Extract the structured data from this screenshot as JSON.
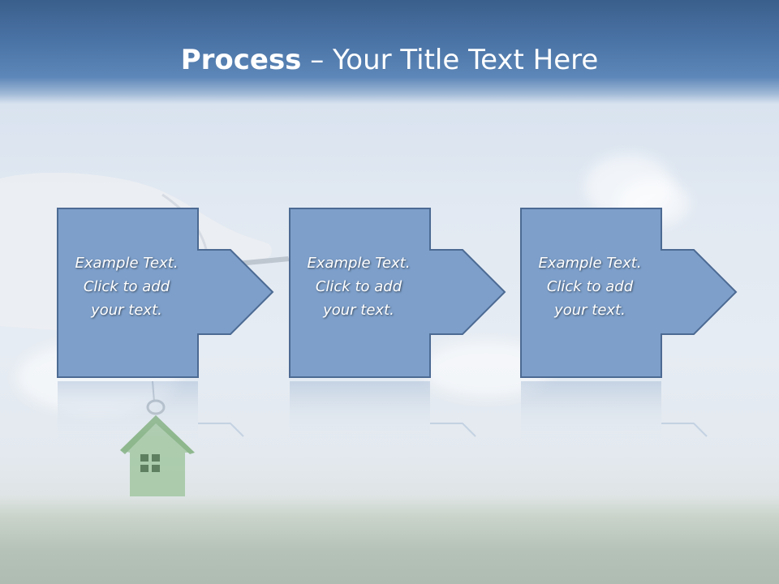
{
  "slide": {
    "title_bold": "Process",
    "title_rest": " – Your Title Text Here"
  },
  "steps": [
    {
      "text": "Example Text.\nClick  to add\nyour text."
    },
    {
      "text": "Example Text.\nClick  to add\nyour text."
    },
    {
      "text": "Example Text.\nClick  to add\nyour text."
    }
  ],
  "colors": {
    "banner": "#4a73a5",
    "box_fill": "#7d9fca",
    "box_stroke": "#4c6a93",
    "title_text": "#ffffff"
  },
  "icons": [
    "hand-with-key-image",
    "house-keychain-icon",
    "arrow-right-icon"
  ]
}
